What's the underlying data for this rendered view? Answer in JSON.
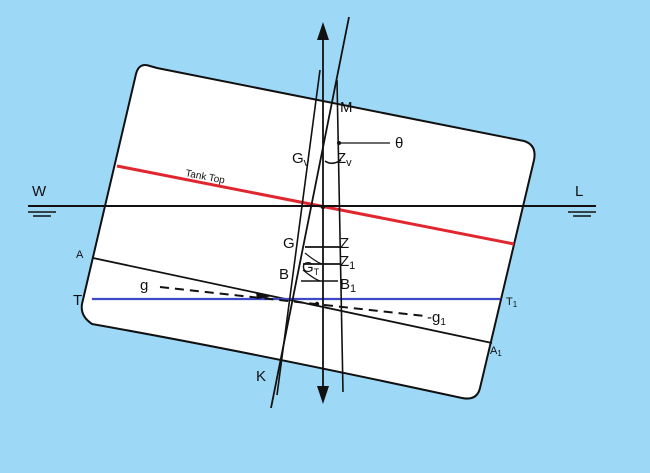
{
  "colors": {
    "background": "#9dd9f7",
    "hull_fill": "#ffffff",
    "tank_top_line": "#e0262e",
    "waterline_t": "#3f48c8",
    "line": "#111111"
  },
  "labels": {
    "W": "W",
    "L": "L",
    "tank_top": "Tank Top",
    "A": "A",
    "A1": "A",
    "A1_sub": "1",
    "T": "T",
    "T1": "T",
    "T1_sub": "1",
    "g": "g",
    "g1": "-g",
    "g1_sub": "1",
    "K": "K",
    "M": "M",
    "theta": "θ",
    "Gv": "G",
    "Gv_sub": "v",
    "Zv": "Z",
    "Zv_sub": "v",
    "G": "G",
    "Z": "Z",
    "Z1": "Z",
    "Z1_sub": "1",
    "B": "B",
    "GT": "G",
    "GT_sub": "T",
    "B1": "B",
    "B1_sub": "1"
  }
}
